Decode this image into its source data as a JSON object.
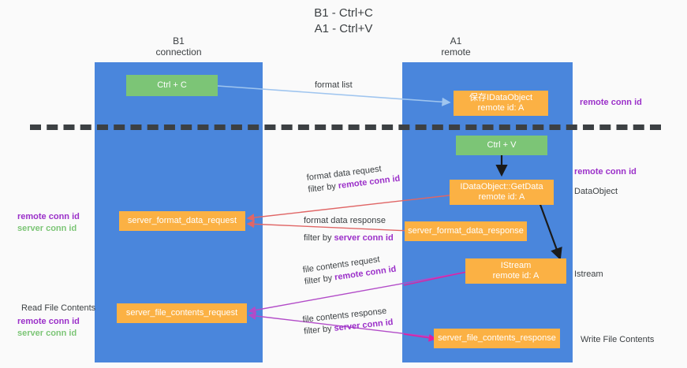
{
  "title": {
    "line1": "B1 - Ctrl+C",
    "line2": "A1 - Ctrl+V"
  },
  "lanes": [
    {
      "id": "b1",
      "name": "B1",
      "role": "connection"
    },
    {
      "id": "a1",
      "name": "A1",
      "role": "remote"
    }
  ],
  "nodes": {
    "ctrl_c": {
      "label": "Ctrl + C",
      "sub": ""
    },
    "save_dataobj": {
      "label": "保存IDataObject",
      "sub": "remote id: A"
    },
    "ctrl_v": {
      "label": "Ctrl + V",
      "sub": ""
    },
    "getdata": {
      "label": "IDataObject::GetData",
      "sub": "remote id: A"
    },
    "fmt_req": {
      "label": "server_format_data_request",
      "sub": ""
    },
    "fmt_resp": {
      "label": "server_format_data_response",
      "sub": ""
    },
    "istream": {
      "label": "IStream",
      "sub": "remote id: A"
    },
    "file_req": {
      "label": "server_file_contents_request",
      "sub": ""
    },
    "file_resp": {
      "label": "server_file_contents_response",
      "sub": ""
    }
  },
  "edges": {
    "format_list": {
      "l1": "format list",
      "l2": "",
      "l2_hl": ""
    },
    "fmt_data_request": {
      "l1": "format data request",
      "l2": "filter by ",
      "l2_hl": "remote conn id"
    },
    "fmt_data_response": {
      "l1": "format data response",
      "l2": "filter by ",
      "l2_hl": "server conn id"
    },
    "file_request": {
      "l1": "file contents request",
      "l2": "filter by ",
      "l2_hl": "remote conn id"
    },
    "file_response": {
      "l1": "file contents response",
      "l2": "filter by ",
      "l2_hl": "server conn id"
    }
  },
  "annotations": {
    "right_top_conn": "remote conn id",
    "right_mid_conn": "remote conn id",
    "right_dataobject": "DataObject",
    "right_istream": "Istream",
    "right_write_file": "Write File Contents",
    "left_remote_conn": "remote conn id",
    "left_server_conn": "server conn id",
    "left_read_file": "Read File Contents",
    "left_remote_conn2": "remote conn id",
    "left_server_conn2": "server conn id"
  },
  "colors": {
    "lane": "#4a86dc",
    "green": "#7cc576",
    "orange": "#fbb144",
    "purple": "#9b30c9",
    "text": "#3c4043",
    "edge_blue": "#9fc5ef",
    "edge_red": "#e06666",
    "edge_purple": "#b24bc8",
    "edge_pink": "#e020a0",
    "edge_black": "#1a1a1a"
  }
}
